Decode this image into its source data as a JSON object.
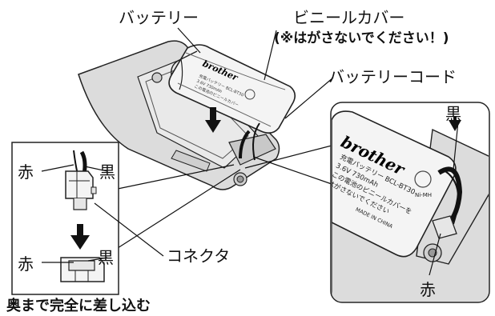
{
  "labels": {
    "battery": "バッテリー",
    "vinyl_cover": "ビニールカバー",
    "vinyl_cover_note": "(※はがさないでください！)",
    "battery_cord": "バッテリーコード",
    "connector": "コネクタ",
    "black": "黒",
    "red": "赤",
    "instruction": "奥まで完全に差し込む"
  },
  "battery_print": {
    "brand": "brother",
    "model": "充電バッテリー BCL-BT30",
    "spec": "3.6V 730mAh",
    "type": "Ni-MH",
    "warning": "この電池のビニールカバーをはがさないでください",
    "origin": "MADE IN CHINA"
  },
  "colors": {
    "line": "#222222",
    "panel": "#dcdcdc",
    "panel_dark": "#bdbdbd",
    "battery": "#f4f4f4"
  }
}
